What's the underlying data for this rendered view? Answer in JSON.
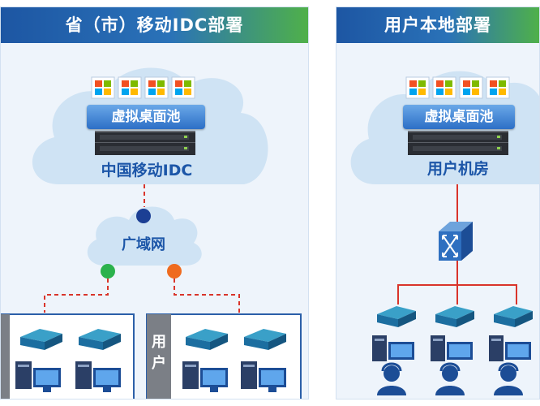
{
  "left": {
    "header": "省（市）移动IDC部署",
    "pool_label": "虚拟桌面池",
    "site_label": "中国移动IDC",
    "wan_label": "广域网",
    "group_label": "用户"
  },
  "right": {
    "header": "用户本地部署",
    "pool_label": "虚拟桌面池",
    "site_label": "用户机房"
  },
  "icons": {
    "os": "windows-logo-icon",
    "server": "server-rack-icon",
    "thin_client": "thin-client-icon",
    "desktop": "desktop-computer-icon",
    "user": "user-avatar-icon",
    "switch": "network-switch-icon"
  },
  "colors": {
    "header_blue": "#1d56a3",
    "header_green": "#4fb04a",
    "cloud": "#cfe3f4",
    "red_link": "#d9342b",
    "node_blue": "#1c3f94",
    "node_green": "#2bb24c",
    "node_orange": "#ef6b1f"
  }
}
